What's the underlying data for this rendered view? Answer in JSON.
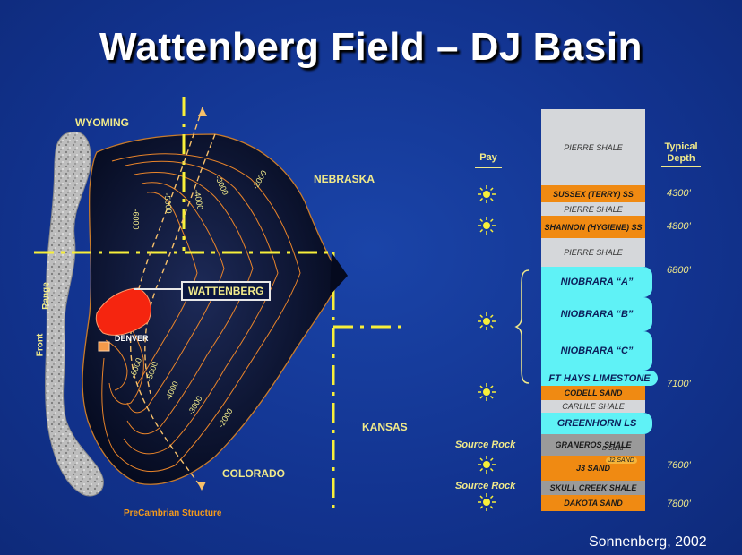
{
  "title": "Wattenberg Field – DJ Basin",
  "map": {
    "states": {
      "wyoming": "WYOMING",
      "nebraska": "NEBRASKA",
      "kansas": "KANSAS",
      "colorado": "COLORADO"
    },
    "front_range": [
      "Front",
      "Range"
    ],
    "field_label": "WATTENBERG",
    "city_label": "DENVER",
    "contours": [
      "-2000",
      "-3000",
      "-4000",
      "-5000",
      "-6000",
      "-6000",
      "-5000",
      "-4000",
      "-3000",
      "-2000"
    ],
    "caption": "PreCambrian Structure"
  },
  "column": {
    "pay_header": "Pay",
    "depth_header": [
      "Typical",
      "Depth"
    ],
    "source_rock_label": "Source Rock",
    "layers": [
      {
        "name": "PIERRE SHALE",
        "kind": "shale"
      },
      {
        "name": "SUSSEX (TERRY) SS",
        "kind": "sand"
      },
      {
        "name": "PIERRE SHALE",
        "kind": "shale"
      },
      {
        "name": "SHANNON (HYGIENE) SS",
        "kind": "sand"
      },
      {
        "name": "PIERRE SHALE",
        "kind": "shale"
      },
      {
        "name": "NIOBRARA “A”",
        "kind": "nio"
      },
      {
        "name": "NIOBRARA “B”",
        "kind": "nio"
      },
      {
        "name": "NIOBRARA “C”",
        "kind": "nio"
      },
      {
        "name": "FT HAYS LIMESTONE",
        "kind": "nio"
      },
      {
        "name": "CODELL SAND",
        "kind": "sand"
      },
      {
        "name": "CARLILE SHALE",
        "kind": "shale"
      },
      {
        "name": "GREENHORN LS",
        "kind": "nio"
      },
      {
        "name": "GRANEROS SHALE",
        "kind": "gray"
      },
      {
        "name": "J3 SAND",
        "kind": "sand"
      },
      {
        "name": "SKULL CREEK SHALE",
        "kind": "gray"
      },
      {
        "name": "DAKOTA SAND",
        "kind": "sand"
      }
    ],
    "d_sand_label": "D Sand",
    "j2_sand_label": "J2 SAND",
    "depths": [
      "4300’",
      "4800’",
      "6800’",
      "7100’",
      "7600’",
      "7800’"
    ]
  },
  "credit": "Sonnenberg, 2002",
  "colors": {
    "background": "#12338f",
    "label": "#f1ea8a",
    "field": "#f5250f",
    "contour": "#e9842a",
    "niobrara": "#5ff2f6",
    "sand": "#f08a12",
    "shale": "#d5d7da",
    "basin_dark": "#0a1433"
  }
}
